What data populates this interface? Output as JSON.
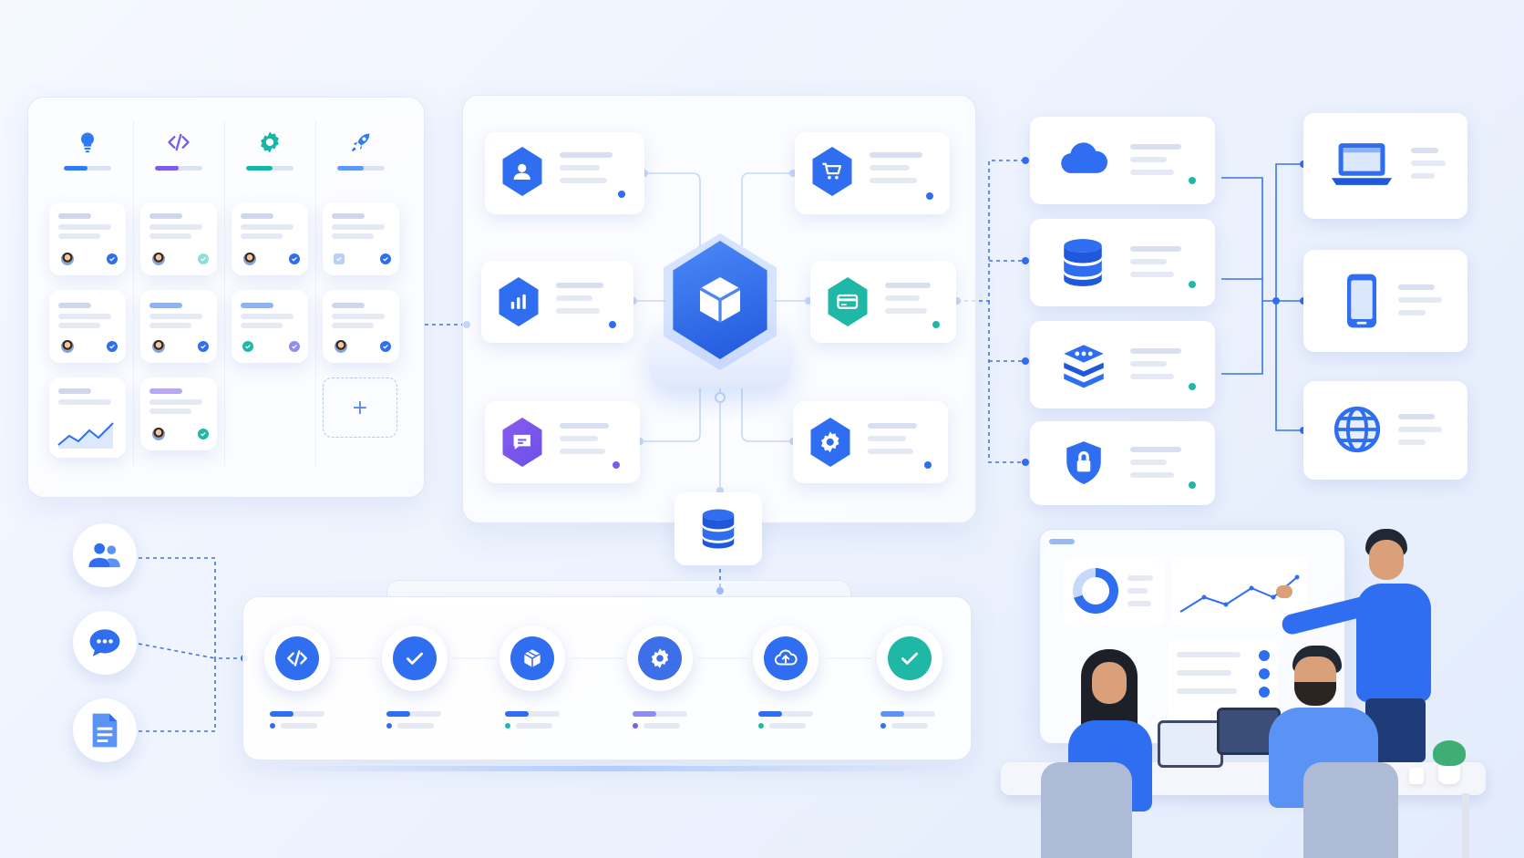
{
  "board": {
    "columns": [
      {
        "icon": "lightbulb-icon",
        "color": "#2f7bf5",
        "progress": 0.5
      },
      {
        "icon": "code-icon",
        "color": "#7b5cf0",
        "progress": 0.5
      },
      {
        "icon": "gear-icon",
        "color": "#18b6a4",
        "progress": 0.55
      },
      {
        "icon": "rocket-icon",
        "color": "#2f7bf5",
        "progress": 0.55
      }
    ],
    "add_button_label": "+"
  },
  "architecture": {
    "core_icon": "cube-icon",
    "services": [
      {
        "icon": "user-icon",
        "color": "#2f6ef0"
      },
      {
        "icon": "cart-icon",
        "color": "#2f6ef0"
      },
      {
        "icon": "analytics-icon",
        "color": "#2f6ef0"
      },
      {
        "icon": "payment-card-icon",
        "color": "#1fb8a6"
      },
      {
        "icon": "chat-icon",
        "color": "#7b5cf0"
      },
      {
        "icon": "settings-icon",
        "color": "#2f6ef0"
      }
    ],
    "database_icon": "database-icon"
  },
  "infrastructure": [
    {
      "icon": "cloud-icon"
    },
    {
      "icon": "database-icon"
    },
    {
      "icon": "stack-layers-icon"
    },
    {
      "icon": "shield-lock-icon"
    }
  ],
  "clients": [
    {
      "icon": "laptop-icon"
    },
    {
      "icon": "phone-icon"
    },
    {
      "icon": "globe-icon"
    }
  ],
  "inputs": [
    {
      "icon": "team-icon"
    },
    {
      "icon": "chat-bubble-icon"
    },
    {
      "icon": "document-icon"
    }
  ],
  "pipeline": [
    {
      "icon": "code-icon",
      "color": "#2f6ef0"
    },
    {
      "icon": "check-icon",
      "color": "#2f6ef0"
    },
    {
      "icon": "package-icon",
      "color": "#2f6ef0"
    },
    {
      "icon": "gear-icon",
      "color": "#3d6fe8"
    },
    {
      "icon": "cloud-upload-icon",
      "color": "#2f6ef0"
    },
    {
      "icon": "check-icon",
      "color": "#1fb8a6"
    }
  ],
  "colors": {
    "accent": "#2f6ef0",
    "teal": "#1fb8a6",
    "purple": "#7b5cf0"
  }
}
